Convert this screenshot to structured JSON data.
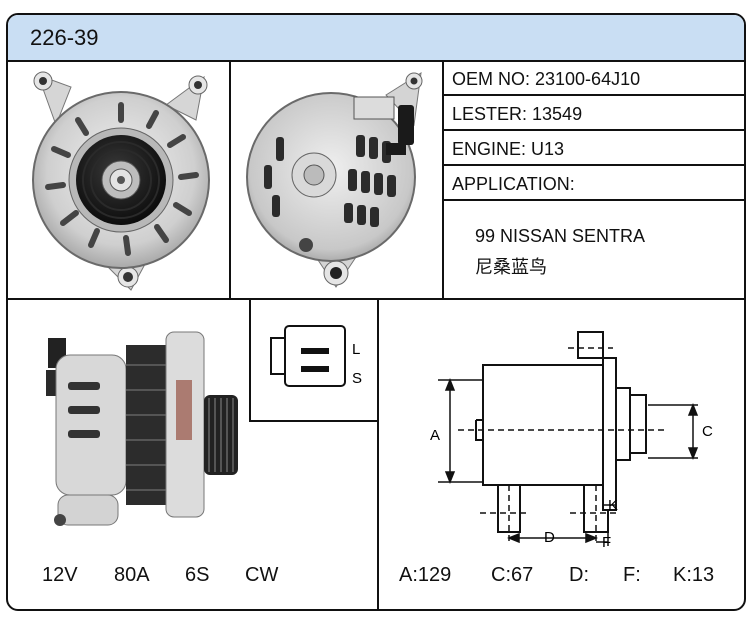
{
  "part_number": "226-39",
  "specs": {
    "oem": "OEM NO: 23100-64J10",
    "lester": "LESTER: 13549",
    "engine": "ENGINE: U13",
    "application": "APPLICATION:"
  },
  "application_lines": [
    "99 NISSAN SENTRA",
    "尼桑蓝鸟"
  ],
  "electrical": {
    "voltage": "12V",
    "amperage": "80A",
    "pulley": "6S",
    "rotation": "CW"
  },
  "connector": {
    "terminal_1": "L",
    "terminal_2": "S"
  },
  "diagram_labels": {
    "a": "A",
    "c": "C",
    "d": "D",
    "f": "F",
    "k": "K"
  },
  "dimensions": {
    "a": "A:129",
    "c": "C:67",
    "d": "D:",
    "f": "F:",
    "k": "K:13"
  },
  "colors": {
    "header_bg": "#c9def3",
    "border": "#111111"
  }
}
